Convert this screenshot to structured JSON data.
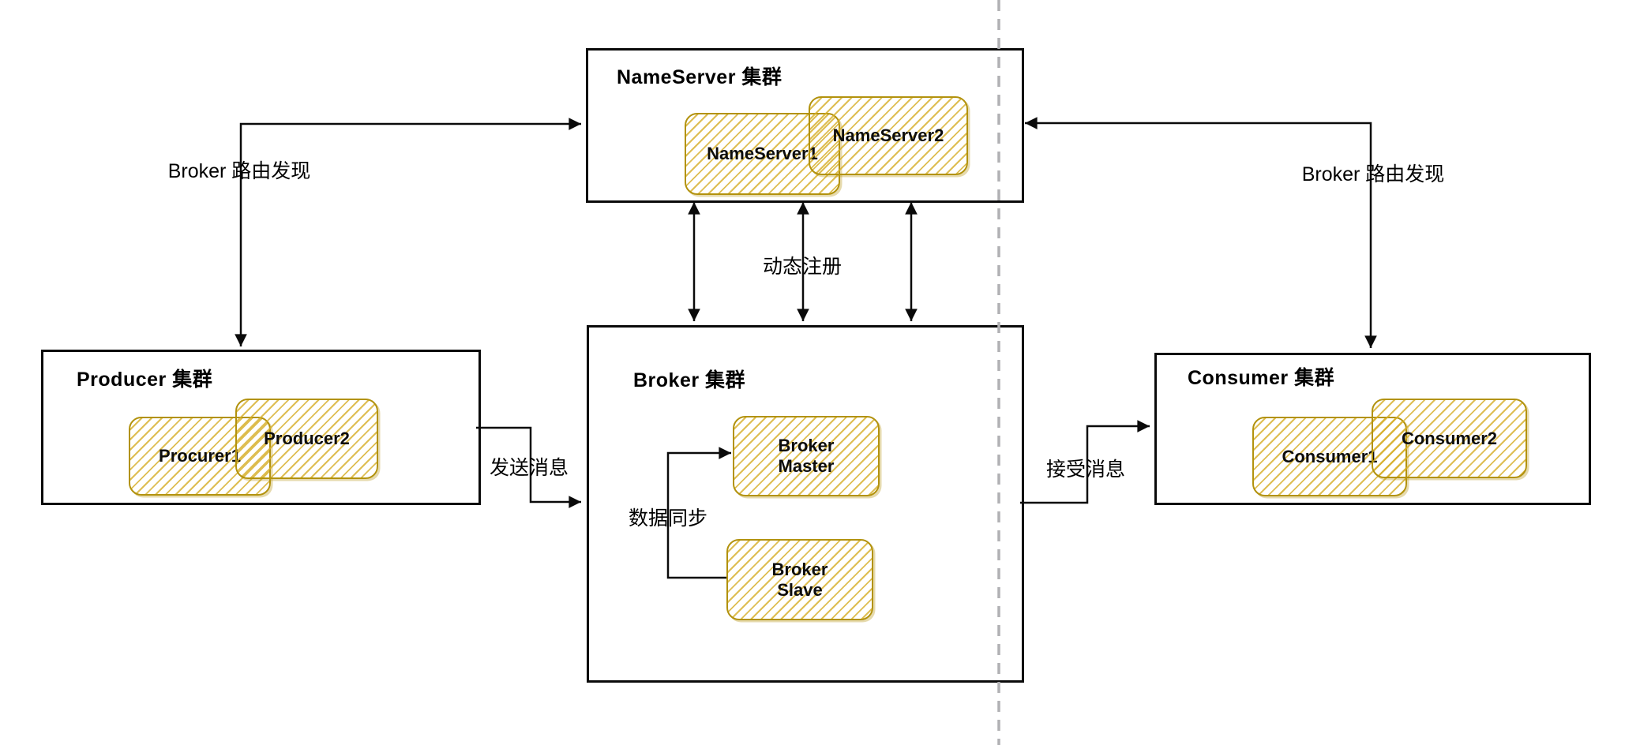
{
  "clusters": {
    "nameserver": {
      "title": "NameServer 集群",
      "nodes": [
        {
          "label": "NameServer1"
        },
        {
          "label": "NameServer2"
        }
      ]
    },
    "producer": {
      "title": "Producer 集群",
      "nodes": [
        {
          "label": "Procurer1"
        },
        {
          "label": "Producer2"
        }
      ]
    },
    "broker": {
      "title": "Broker 集群",
      "nodes": [
        {
          "label": "Broker Master"
        },
        {
          "label": "Broker Slave"
        }
      ]
    },
    "consumer": {
      "title": "Consumer 集群",
      "nodes": [
        {
          "label": "Consumer1"
        },
        {
          "label": "Consumer2"
        }
      ]
    }
  },
  "edges": {
    "route_discovery_left": {
      "label": "Broker 路由发现"
    },
    "route_discovery_right": {
      "label": "Broker 路由发现"
    },
    "dynamic_registration": {
      "label": "动态注册"
    },
    "send_message": {
      "label": "发送消息"
    },
    "receive_message": {
      "label": "接受消息"
    },
    "data_sync": {
      "label": "数据同步"
    }
  },
  "colors": {
    "edge_line": "#0a0a0a",
    "node_border": "#b2920e",
    "node_hatch": "#d6ae28",
    "divider_dashed": "#b1b1b4",
    "background": "#ffffff"
  }
}
